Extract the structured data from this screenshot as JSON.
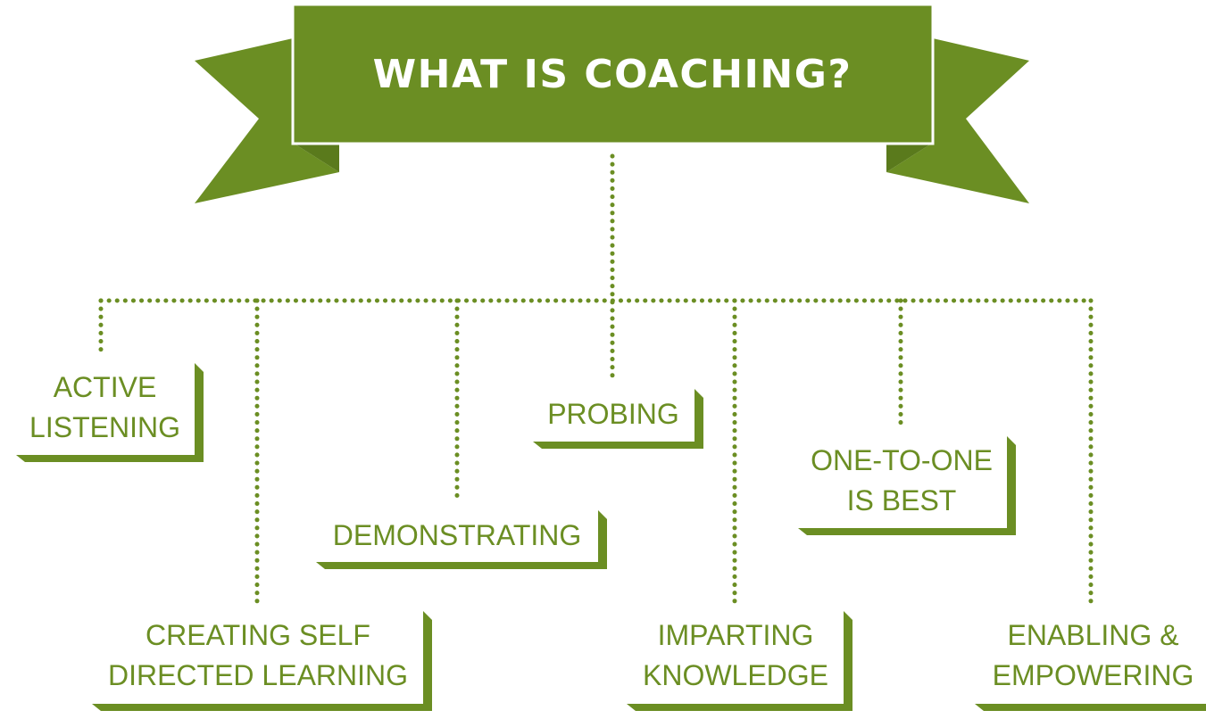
{
  "colors": {
    "accent": "#6b8e23",
    "background": "#ffffff",
    "banner_text": "#ffffff"
  },
  "banner": {
    "title": "WHAT IS COACHING?"
  },
  "items": [
    {
      "id": "active-listening",
      "label": "ACTIVE\nLISTENING"
    },
    {
      "id": "creating-self-directed-learning",
      "label": "CREATING SELF\nDIRECTED LEARNING"
    },
    {
      "id": "demonstrating",
      "label": "DEMONSTRATING"
    },
    {
      "id": "probing",
      "label": "PROBING"
    },
    {
      "id": "imparting-knowledge",
      "label": "IMPARTING\nKNOWLEDGE"
    },
    {
      "id": "one-to-one-is-best",
      "label": "ONE-TO-ONE\nIS BEST"
    },
    {
      "id": "enabling-empowering",
      "label": "ENABLING &\nEMPOWERING"
    }
  ]
}
